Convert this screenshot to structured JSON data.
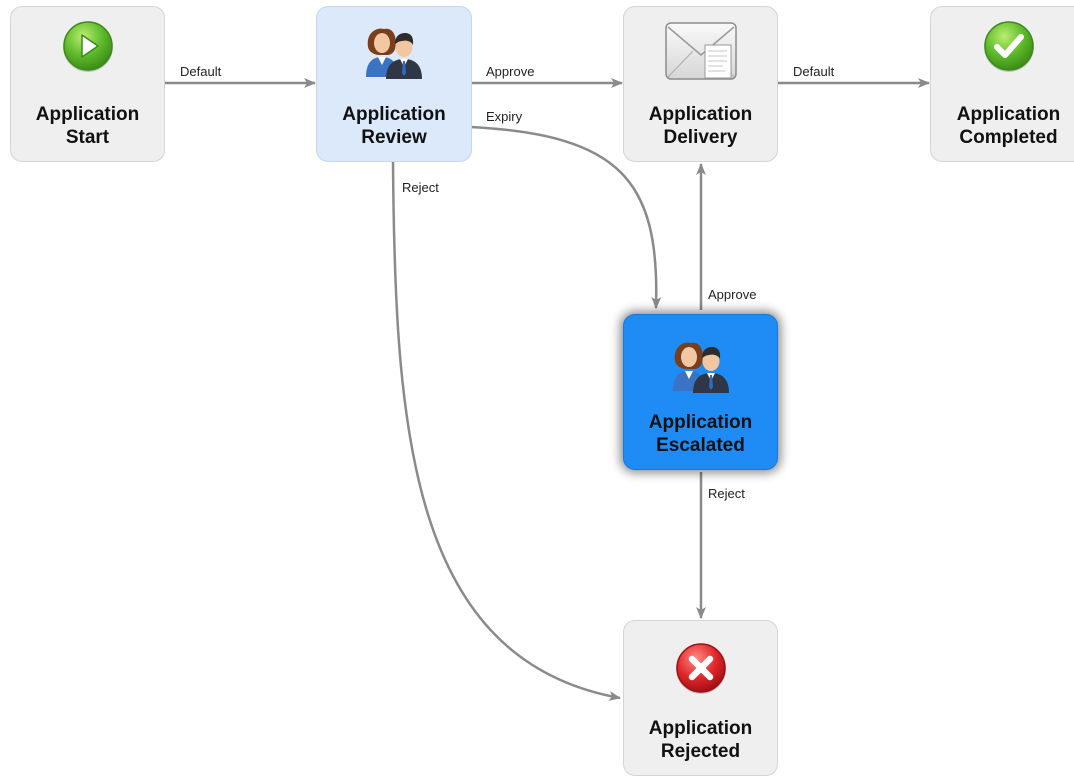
{
  "nodes": {
    "start": {
      "line1": "Application",
      "line2": "Start",
      "icon": "play-icon"
    },
    "review": {
      "line1": "Application",
      "line2": "Review",
      "icon": "users-icon"
    },
    "delivery": {
      "line1": "Application",
      "line2": "Delivery",
      "icon": "envelope-icon"
    },
    "completed": {
      "line1": "Application",
      "line2": "Completed",
      "icon": "checkmark-icon"
    },
    "escalated": {
      "line1": "Application",
      "line2": "Escalated",
      "icon": "users-icon"
    },
    "rejected": {
      "line1": "Application",
      "line2": "Rejected",
      "icon": "x-circle-icon"
    }
  },
  "edges": {
    "start_review": "Default",
    "review_delivery": "Approve",
    "review_escalated": "Expiry",
    "review_rejected": "Reject",
    "delivery_completed": "Default",
    "escalated_delivery": "Approve",
    "escalated_rejected": "Reject"
  },
  "colors": {
    "node_bg": "#efefef",
    "node_highlight": "#dbe9fa",
    "node_selected": "#1f8cf5",
    "edge": "#8a8a8a"
  }
}
